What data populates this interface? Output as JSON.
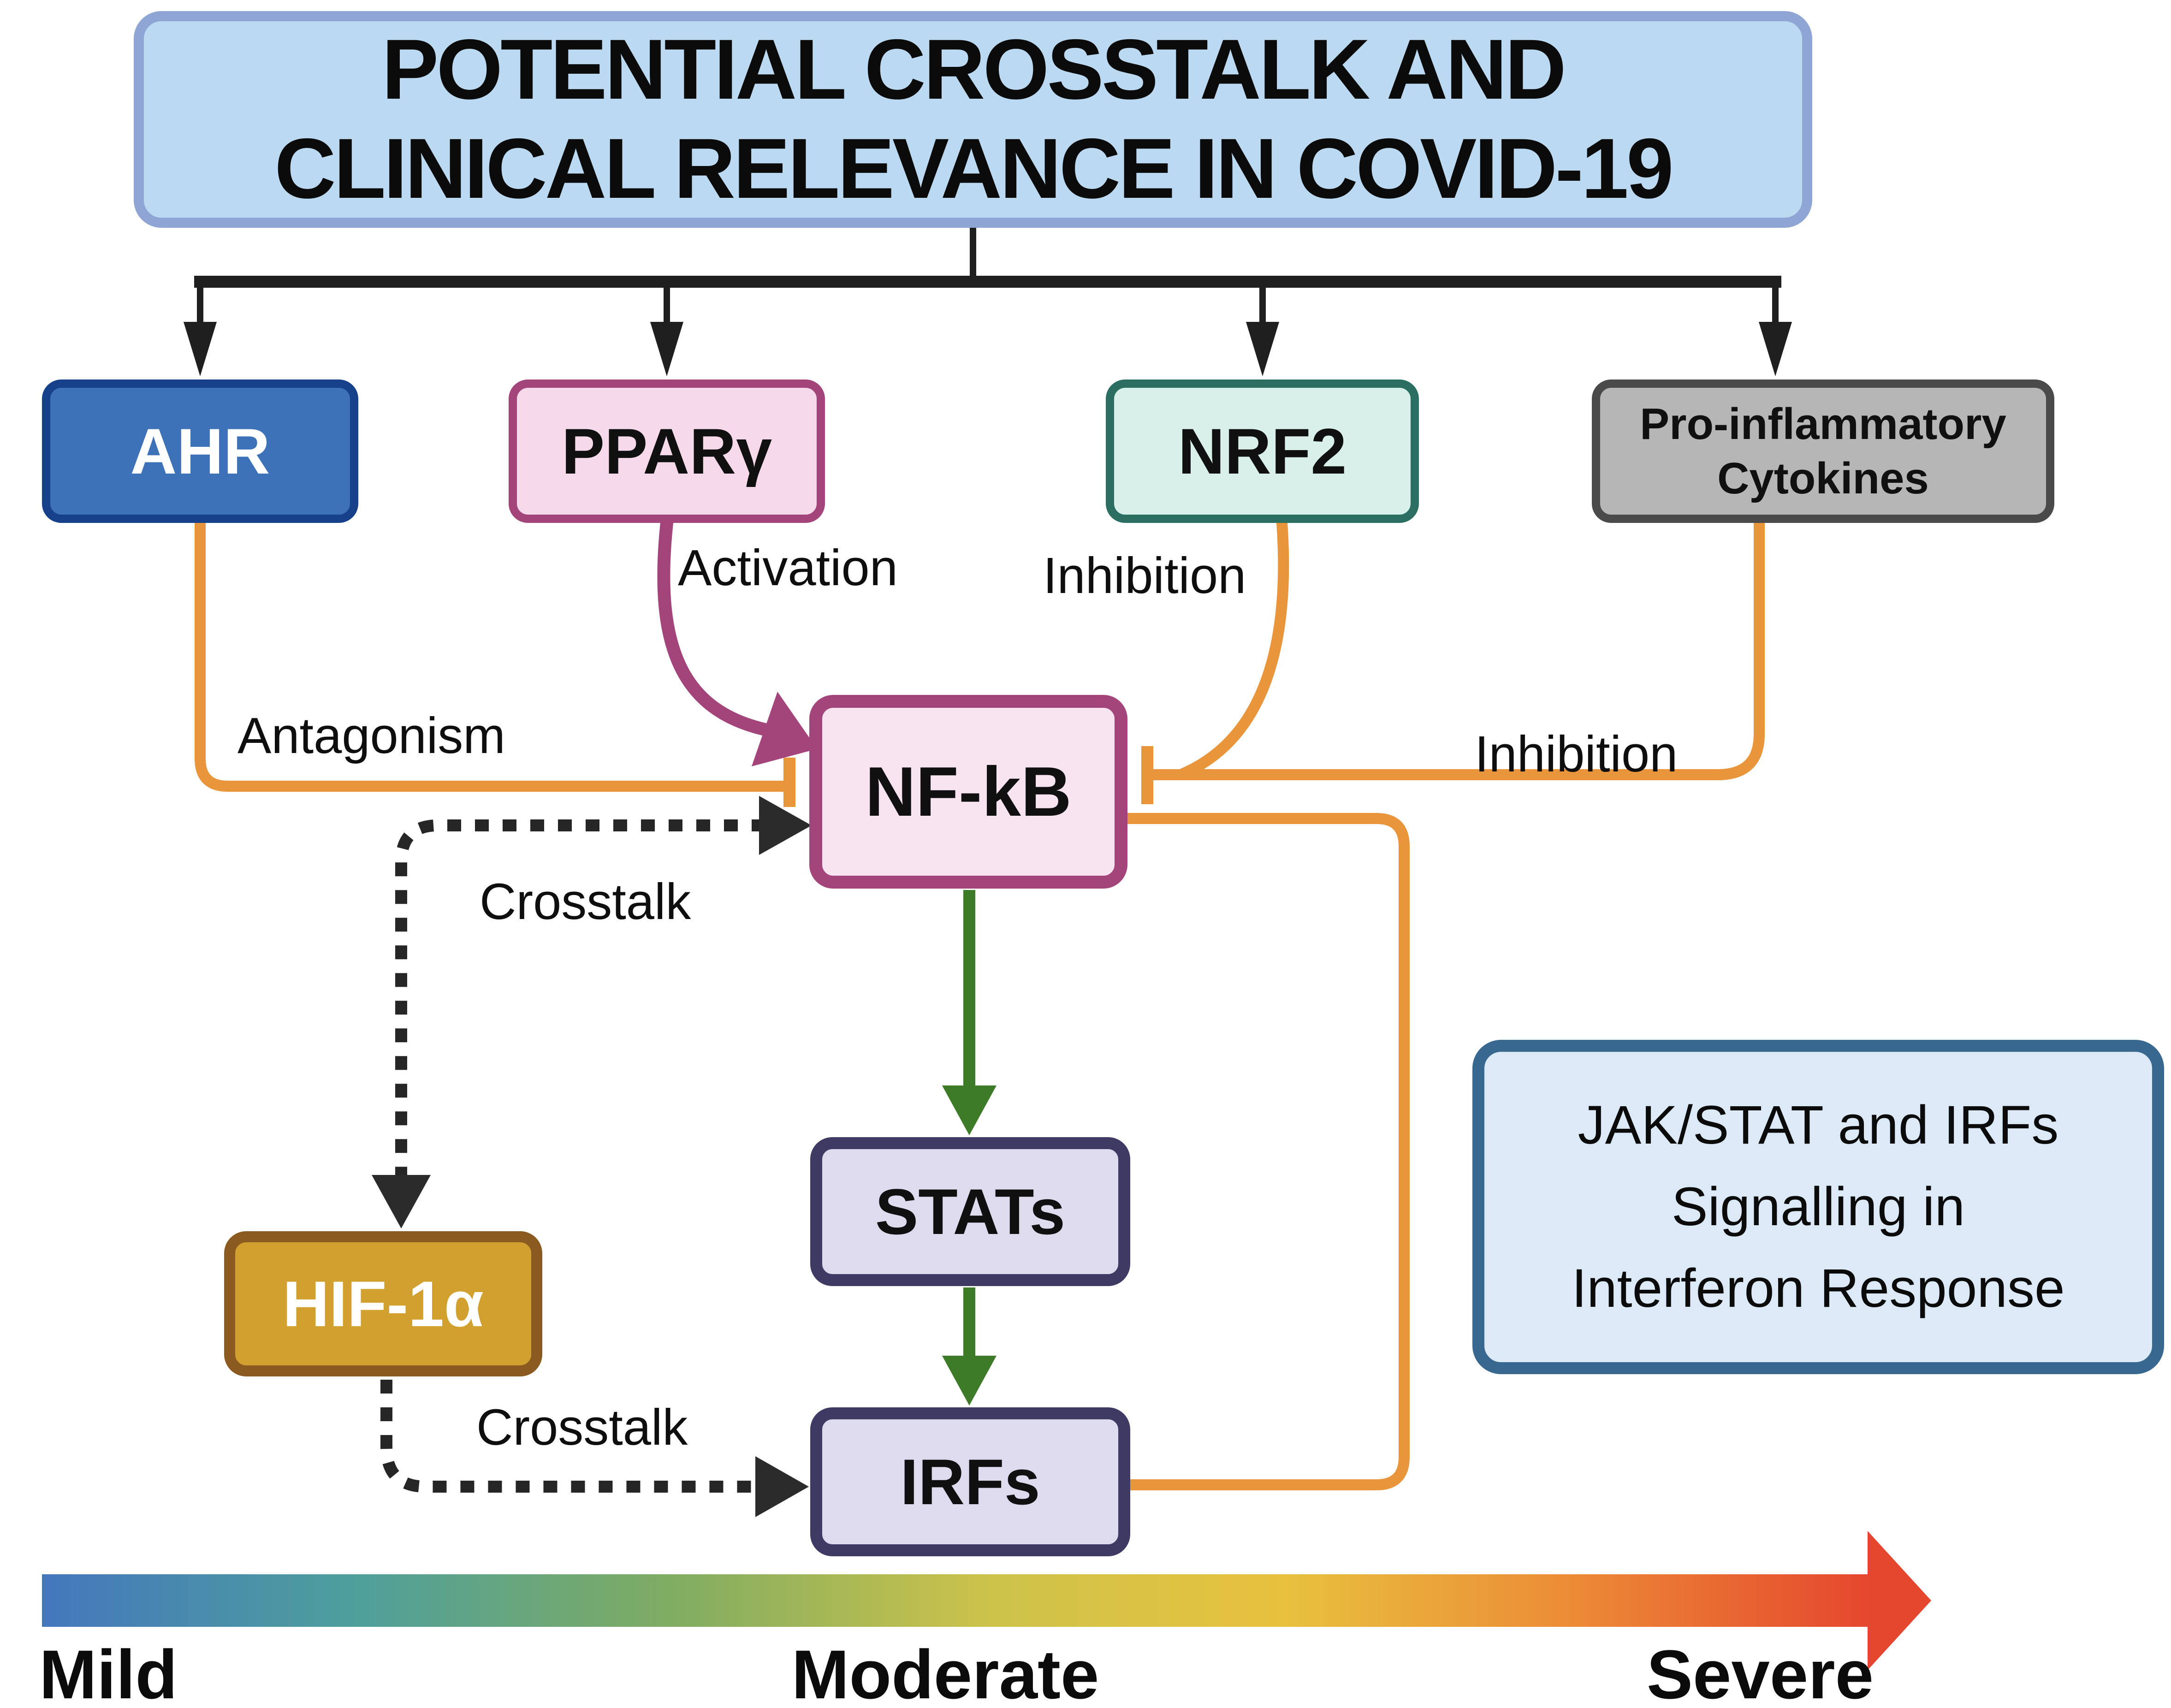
{
  "title": {
    "line1": "POTENTIAL CROSSTALK AND",
    "line2": "CLINICAL RELEVANCE IN COVID-19"
  },
  "nodes": {
    "ahr": {
      "label": "AHR"
    },
    "pparg": {
      "label": "PPARγ"
    },
    "nrf2": {
      "label": "NRF2"
    },
    "cytokines": {
      "line1": "Pro-inflammatory",
      "line2": "Cytokines"
    },
    "nfkb": {
      "label": "NF-kB"
    },
    "stats": {
      "label": "STATs"
    },
    "irfs": {
      "label": "IRFs"
    },
    "hif1a": {
      "label": "HIF-1α"
    }
  },
  "edge_labels": {
    "activation": "Activation",
    "nrf2_inhibition": "Inhibition",
    "antagonism": "Antagonism",
    "cytokines_inhibition": "Inhibition",
    "crosstalk_top": "Crosstalk",
    "crosstalk_bottom": "Crosstalk"
  },
  "note": {
    "line1": "JAK/STAT and IRFs",
    "line2": "Signalling in",
    "line3": "Interferon Response"
  },
  "severity_scale": {
    "mild": "Mild",
    "moderate": "Moderate",
    "severe": "Severe"
  },
  "connections": [
    {
      "source": "title",
      "target": "AHR",
      "type": "arrow"
    },
    {
      "source": "title",
      "target": "PPARγ",
      "type": "arrow"
    },
    {
      "source": "title",
      "target": "NRF2",
      "type": "arrow"
    },
    {
      "source": "title",
      "target": "Pro-inflammatory Cytokines",
      "type": "arrow"
    },
    {
      "source": "AHR",
      "target": "NF-kB",
      "type": "inhibition",
      "label": "Antagonism"
    },
    {
      "source": "PPARγ",
      "target": "NF-kB",
      "type": "activation",
      "label": "Activation"
    },
    {
      "source": "NRF2",
      "target": "NF-kB",
      "type": "inhibition",
      "label": "Inhibition"
    },
    {
      "source": "Pro-inflammatory Cytokines",
      "target": "NF-kB",
      "type": "inhibition",
      "label": "Inhibition"
    },
    {
      "source": "NF-kB",
      "target": "STATs",
      "type": "arrow"
    },
    {
      "source": "STATs",
      "target": "IRFs",
      "type": "arrow"
    },
    {
      "source": "NF-kB",
      "target": "HIF-1α",
      "type": "crosstalk-bidirectional",
      "label": "Crosstalk"
    },
    {
      "source": "HIF-1α",
      "target": "IRFs",
      "type": "crosstalk",
      "label": "Crosstalk"
    },
    {
      "source": "NF-kB",
      "target": "IRFs",
      "type": "connector-loop"
    }
  ],
  "colors": {
    "background": "#FFFFFF",
    "title_fill": "#BCD9F2",
    "title_border": "#8FA6D4",
    "ahr_fill": "#3D72B8",
    "ahr_border": "#16418A",
    "pparg_fill": "#F7D9EC",
    "pparg_border": "#A3457B",
    "nrf2_fill": "#D9EFEA",
    "nrf2_border": "#2B6E62",
    "cytokines_fill": "#B6B6B6",
    "cytokines_border": "#4A4A4A",
    "nfkb_fill": "#F8E3F1",
    "nfkb_border": "#A3457B",
    "stats_fill": "#DEDBEF",
    "stats_border": "#3F3A63",
    "irfs_fill": "#DEDBEF",
    "irfs_border": "#3F3A63",
    "hif1a_fill": "#D2A02F",
    "hif1a_border": "#8A5A20",
    "note_fill": "#DCE9F6",
    "note_border": "#38678F",
    "inhibition_line": "#E8953C",
    "activation_arrow": "#A3457B",
    "signal_arrow": "#3E7B28",
    "crosstalk_line": "#262626",
    "tree_line": "#1F1F1F",
    "severity_gradient": [
      "#4477BD",
      "#4E9F9C",
      "#7EAC63",
      "#CDC34A",
      "#E8C13E",
      "#EC8A36",
      "#E5472E"
    ]
  }
}
